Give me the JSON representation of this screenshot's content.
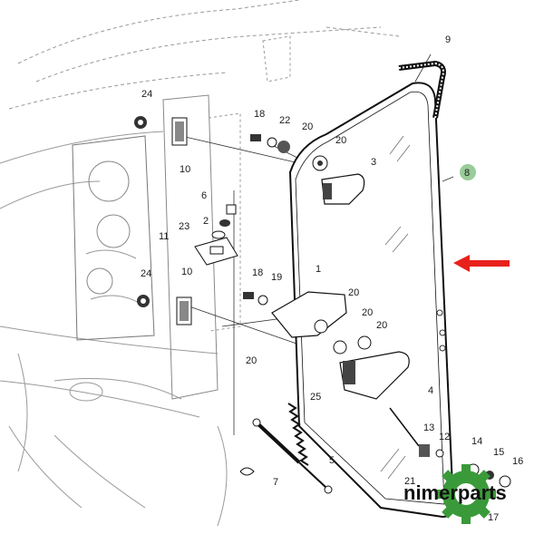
{
  "diagram": {
    "callouts": [
      {
        "id": "c9",
        "text": "9"
      },
      {
        "id": "c8",
        "text": "8"
      },
      {
        "id": "c24a",
        "text": "24"
      },
      {
        "id": "c24b",
        "text": "24"
      },
      {
        "id": "c18a",
        "text": "18"
      },
      {
        "id": "c22",
        "text": "22"
      },
      {
        "id": "c20a",
        "text": "20"
      },
      {
        "id": "c20b",
        "text": "20"
      },
      {
        "id": "c3",
        "text": "3"
      },
      {
        "id": "c10a",
        "text": "10"
      },
      {
        "id": "c10b",
        "text": "10"
      },
      {
        "id": "c6",
        "text": "6"
      },
      {
        "id": "c2",
        "text": "2"
      },
      {
        "id": "c23",
        "text": "23"
      },
      {
        "id": "c11",
        "text": "11"
      },
      {
        "id": "c18b",
        "text": "18"
      },
      {
        "id": "c19",
        "text": "19"
      },
      {
        "id": "c1",
        "text": "1"
      },
      {
        "id": "c20c",
        "text": "20"
      },
      {
        "id": "c20d",
        "text": "20"
      },
      {
        "id": "c20e",
        "text": "20"
      },
      {
        "id": "c20f",
        "text": "20"
      },
      {
        "id": "c4",
        "text": "4"
      },
      {
        "id": "c25",
        "text": "25"
      },
      {
        "id": "c5",
        "text": "5"
      },
      {
        "id": "c7",
        "text": "7"
      },
      {
        "id": "c13",
        "text": "13"
      },
      {
        "id": "c12",
        "text": "12"
      },
      {
        "id": "c14",
        "text": "14"
      },
      {
        "id": "c15",
        "text": "15"
      },
      {
        "id": "c16",
        "text": "16"
      },
      {
        "id": "c17",
        "text": "17"
      },
      {
        "id": "c21",
        "text": "21"
      }
    ],
    "highlight_color": "#7fbf7f",
    "arrow_color": "#e8211c",
    "logo": {
      "text": "nimerparts",
      "gear_color": "#3a9a3a"
    }
  }
}
